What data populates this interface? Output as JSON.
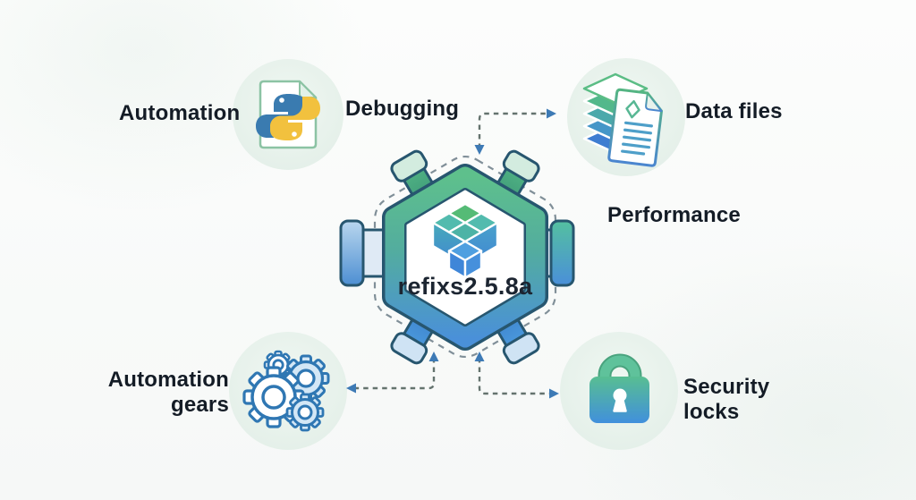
{
  "diagram": {
    "center": {
      "label": "refixs2.5.8a",
      "icon": "cube-stack-icon"
    },
    "nodes": {
      "automation": {
        "label": "Automation"
      },
      "debugging": {
        "label": "Debugging",
        "icon": "python-file-icon"
      },
      "data_files": {
        "label": "Data files",
        "icon": "data-files-stack-icon"
      },
      "performance": {
        "label": "Performance"
      },
      "automation_gears": {
        "line1": "Automation",
        "line2": "gears",
        "icon": "gears-icon"
      },
      "security_locks": {
        "line1": "Security",
        "line2": "locks",
        "icon": "padlock-icon"
      }
    },
    "connections": [
      {
        "from": "center-top",
        "to": "data-files-badge",
        "style": "dashed-elbow-double-arrow"
      },
      {
        "from": "center-bottom-left",
        "to": "automation-gears-badge",
        "style": "dashed-elbow-double-arrow"
      },
      {
        "from": "center-bottom-right",
        "to": "security-locks-badge",
        "style": "dashed-elbow-double-arrow"
      }
    ],
    "colors": {
      "background": "#f9fbfa",
      "badge_bg": "#e8f2ec",
      "accent_green": "#57bd89",
      "accent_blue": "#4a90d9",
      "dark_outline": "#27566f",
      "arrowhead_blue": "#3d7ab5",
      "dash_gray": "#64736e",
      "text": "#141c26",
      "python_blue": "#3a7bb0",
      "python_yellow": "#f2c13e"
    }
  }
}
